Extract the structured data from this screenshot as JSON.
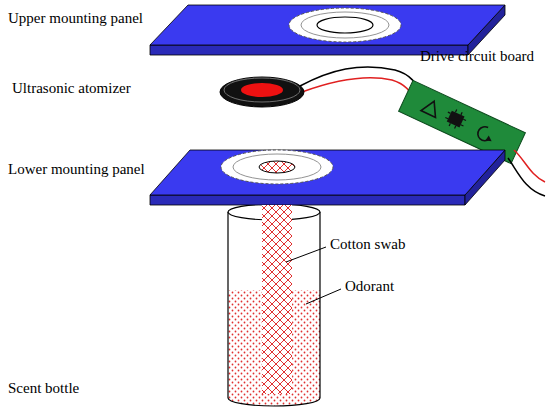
{
  "diagram": {
    "labels": [
      "Upper mounting panel",
      "Ultrasonic atomizer",
      "Drive circuit board",
      "Lower mounting panel",
      "Cotton swab",
      "Odorant",
      "Scent bottle"
    ]
  }
}
